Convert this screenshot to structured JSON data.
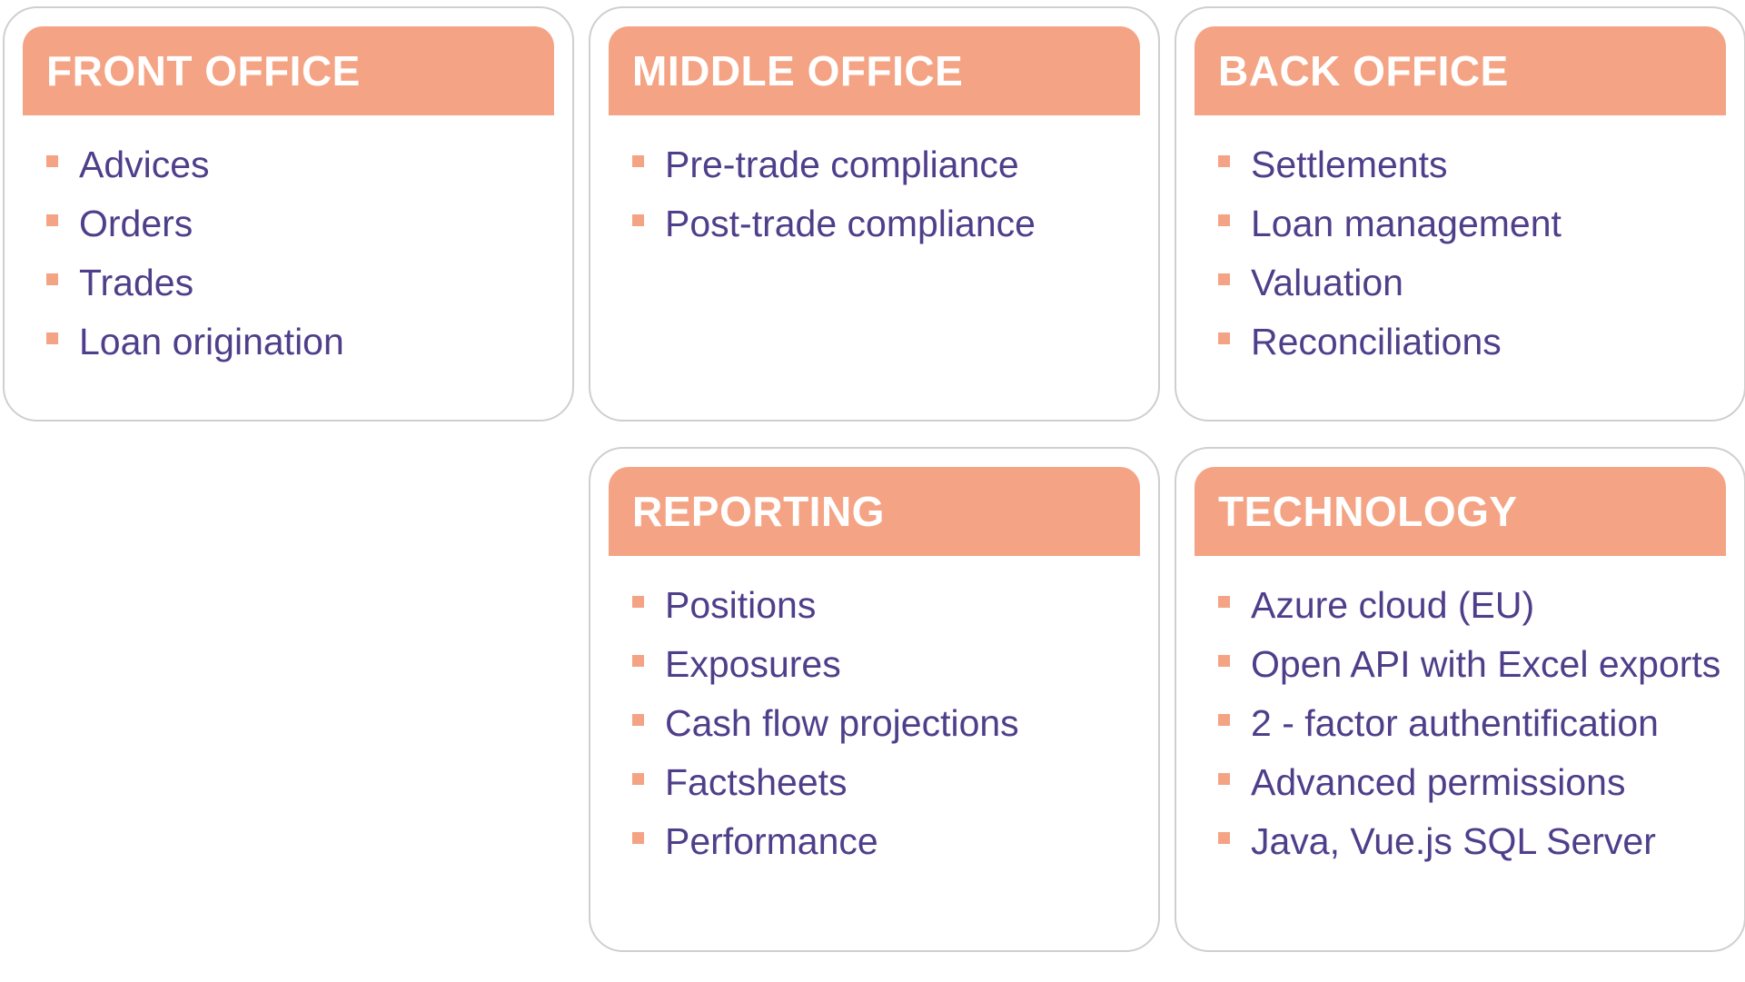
{
  "cards": [
    {
      "title": "FRONT OFFICE",
      "items": [
        "Advices",
        "Orders",
        "Trades",
        "Loan origination"
      ]
    },
    {
      "title": "MIDDLE OFFICE",
      "items": [
        "Pre-trade compliance",
        "Post-trade compliance"
      ]
    },
    {
      "title": "BACK OFFICE",
      "items": [
        "Settlements",
        "Loan management",
        "Valuation",
        "Reconciliations"
      ]
    },
    {
      "title": "REPORTING",
      "items": [
        "Positions",
        "Exposures",
        "Cash flow projections",
        "Factsheets",
        "Performance"
      ]
    },
    {
      "title": "TECHNOLOGY",
      "items": [
        "Azure cloud (EU)",
        "Open API with Excel exports",
        "2 - factor authentification",
        "Advanced permissions",
        "Java, Vue.js SQL Server"
      ]
    }
  ],
  "colors": {
    "header": "#f4a484",
    "text": "#4f3f8a",
    "border": "#cfcfcf"
  }
}
